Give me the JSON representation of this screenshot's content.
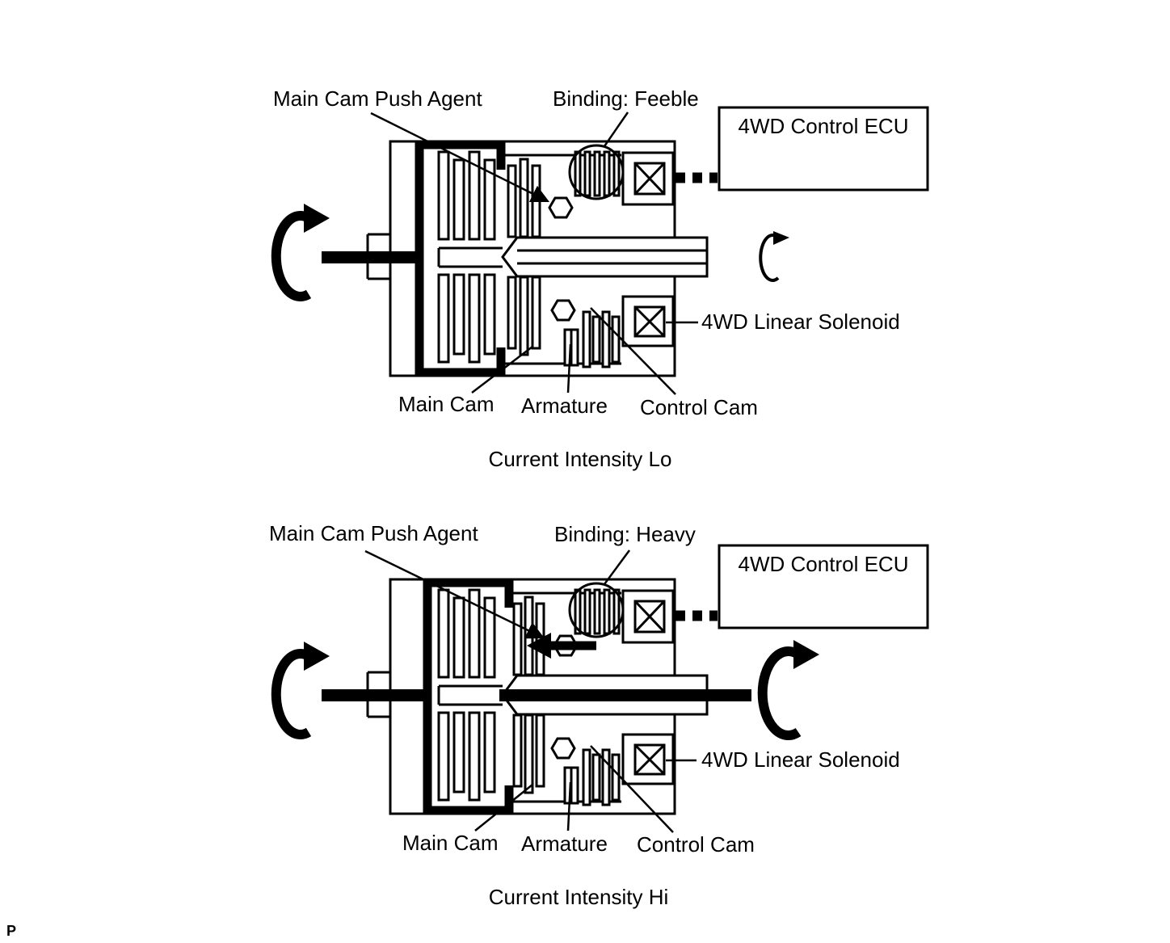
{
  "page": {
    "corner_label": "P",
    "colors": {
      "line": "#000000",
      "background": "#ffffff"
    }
  },
  "diagrams": [
    {
      "caption": "Current Intensity Lo",
      "labels": {
        "push_agent": "Main Cam Push Agent",
        "binding": "Binding: Feeble",
        "ecu": "4WD Control ECU",
        "solenoid": "4WD Linear Solenoid",
        "main_cam": "Main Cam",
        "armature": "Armature",
        "control_cam": "Control Cam"
      }
    },
    {
      "caption": "Current Intensity Hi",
      "labels": {
        "push_agent": "Main Cam Push Agent",
        "binding": "Binding: Heavy",
        "ecu": "4WD Control ECU",
        "solenoid": "4WD Linear Solenoid",
        "main_cam": "Main Cam",
        "armature": "Armature",
        "control_cam": "Control Cam"
      }
    }
  ]
}
